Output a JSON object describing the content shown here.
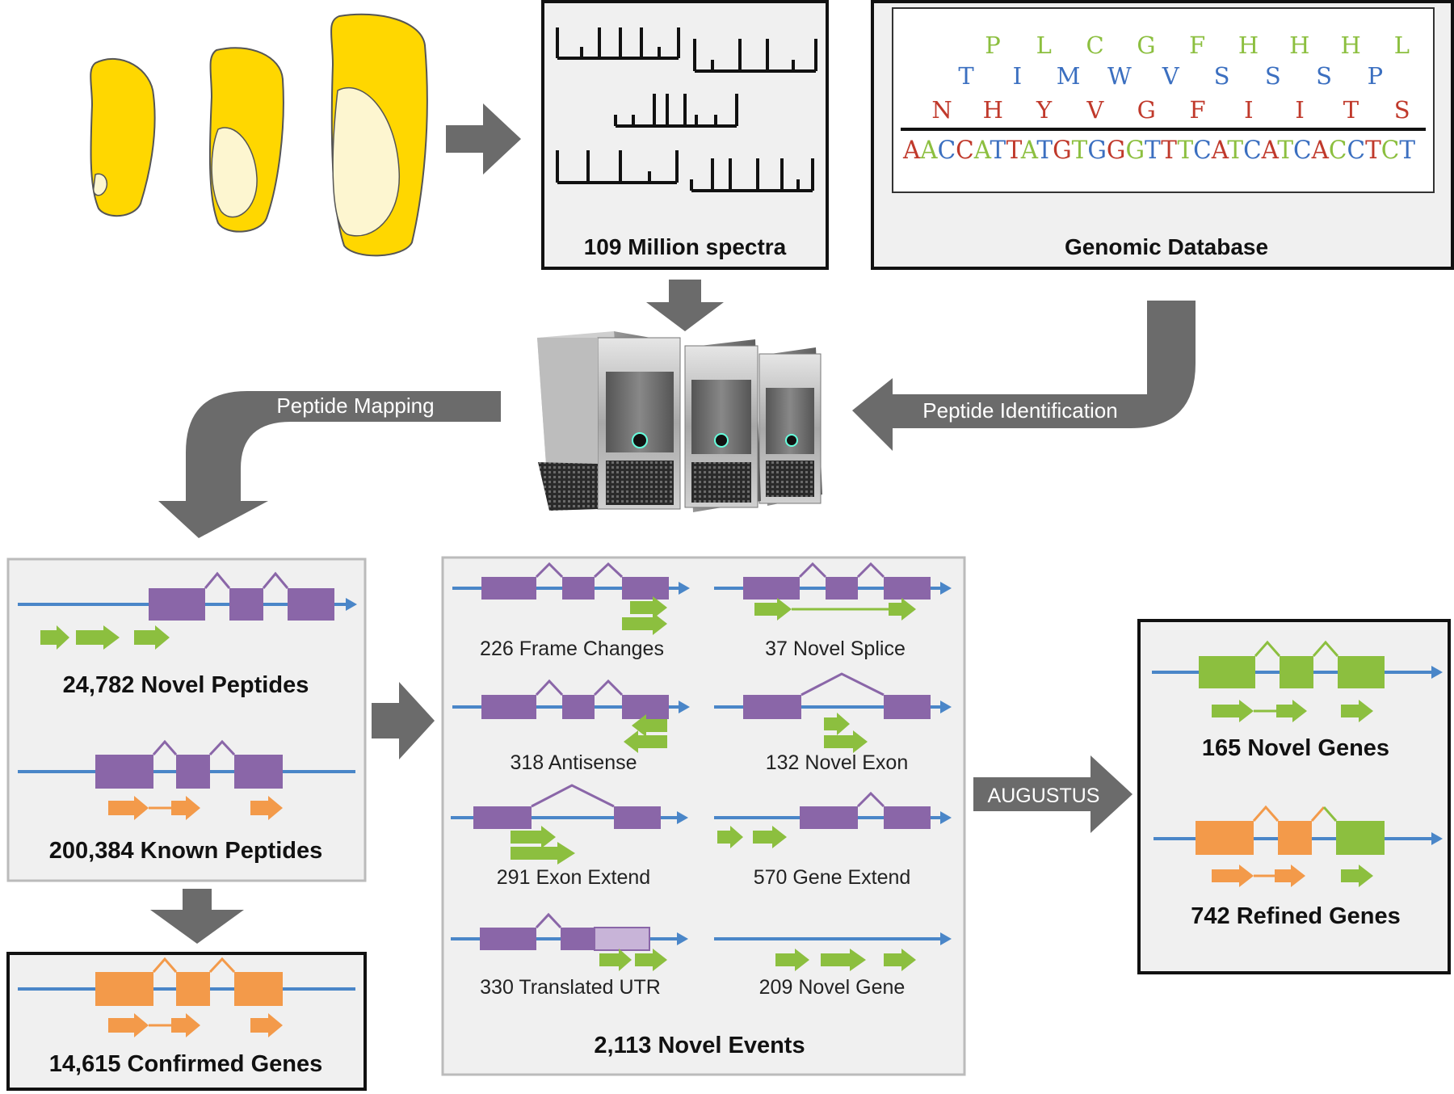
{
  "spectra_box": {
    "label": "109 Million spectra"
  },
  "genomic_box": {
    "label": "Genomic Database",
    "frame1": [
      "P",
      "L",
      "C",
      "G",
      "F",
      "H",
      "H",
      "H",
      "L"
    ],
    "frame2": [
      "T",
      "I",
      "M",
      "W",
      "V",
      "S",
      "S",
      "S",
      "P"
    ],
    "frame3": [
      "N",
      "H",
      "Y",
      "V",
      "G",
      "F",
      "I",
      "I",
      "T",
      "S"
    ],
    "dna": "AACCATTATGTGGGTTTCATCATCACCTCT",
    "colors": {
      "frame1": "#8cbf3f",
      "frame2": "#3b6fc0",
      "frame3": "#c0392b"
    }
  },
  "arrows": {
    "peptide_identification": "Peptide Identification",
    "peptide_mapping": "Peptide Mapping",
    "augustus": "AUGUSTUS"
  },
  "peptides_box": {
    "novel_label": "24,782 Novel Peptides",
    "known_label": "200,384 Known Peptides"
  },
  "confirmed_box": {
    "label": "14,615 Confirmed Genes"
  },
  "events_box": {
    "title": "2,113 Novel Events",
    "events": [
      "226 Frame Changes",
      "37 Novel Splice",
      "318 Antisense",
      "132 Novel Exon",
      "291 Exon Extend",
      "570 Gene Extend",
      "330 Translated UTR",
      "209 Novel Gene"
    ]
  },
  "genes_box": {
    "novel_label": "165 Novel Genes",
    "refined_label": "742 Refined Genes"
  },
  "colors": {
    "purple": "#8a66a8",
    "orange": "#f39a4a",
    "green": "#8cbf3f",
    "line_blue": "#4a86c8",
    "arrow_gray": "#6b6b6b",
    "kernel_yellow": "#ffd700"
  }
}
